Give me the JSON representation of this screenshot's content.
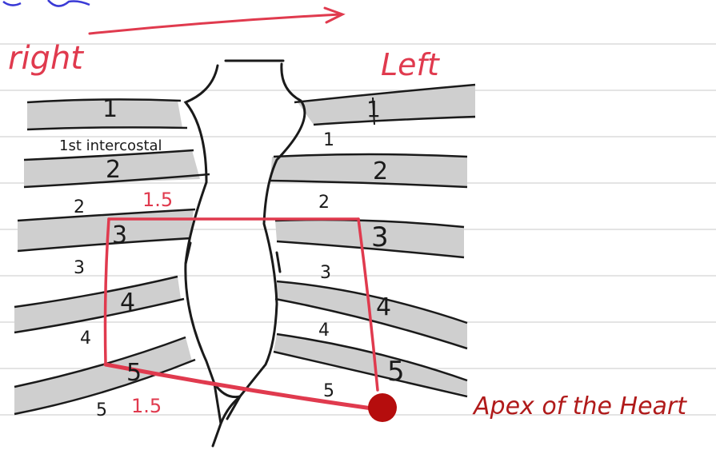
{
  "labels": {
    "right": "right",
    "left": "Left",
    "intercostal_first": "1st intercostal",
    "apex": "Apex of the Heart"
  },
  "right_ribs": [
    "1",
    "2",
    "3",
    "4",
    "5"
  ],
  "left_ribs": [
    "1",
    "2",
    "3",
    "4",
    "5"
  ],
  "right_spaces": [
    "2",
    "3",
    "4",
    "5"
  ],
  "left_spaces": [
    "1",
    "2",
    "3",
    "4",
    "5"
  ],
  "measurements": {
    "upper": "1.5",
    "lower": "1.5"
  },
  "colors": {
    "ink": "#1a1a1a",
    "annotation": "#e03a4e",
    "rib_fill": "#cfcfcf",
    "apex_dot": "#b50d0d",
    "apex_text": "#a0160f",
    "paper_line": "#d4d4d4",
    "top_scribble": "#3a3ad6"
  }
}
